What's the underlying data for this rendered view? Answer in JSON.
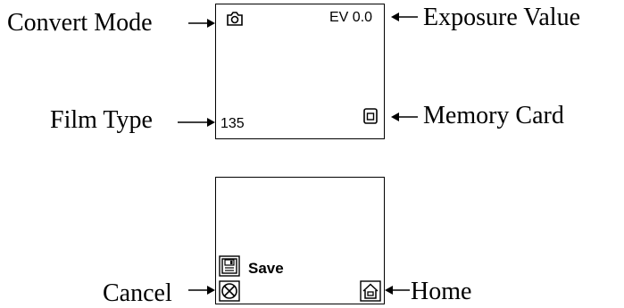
{
  "screen1": {
    "exposure_value": "EV 0.0",
    "film_type": "135",
    "icons": {
      "convert_mode": "camera-icon",
      "memory_card": "memory-card-icon"
    }
  },
  "screen2": {
    "save_label": "Save",
    "icons": {
      "save": "floppy-disk-icon",
      "cancel": "cancel-icon",
      "home": "home-icon"
    }
  },
  "callouts": {
    "convert_mode": "Convert Mode",
    "exposure_value": "Exposure Value",
    "film_type": "Film Type",
    "memory_card": "Memory Card",
    "cancel": "Cancel",
    "home": "Home"
  }
}
